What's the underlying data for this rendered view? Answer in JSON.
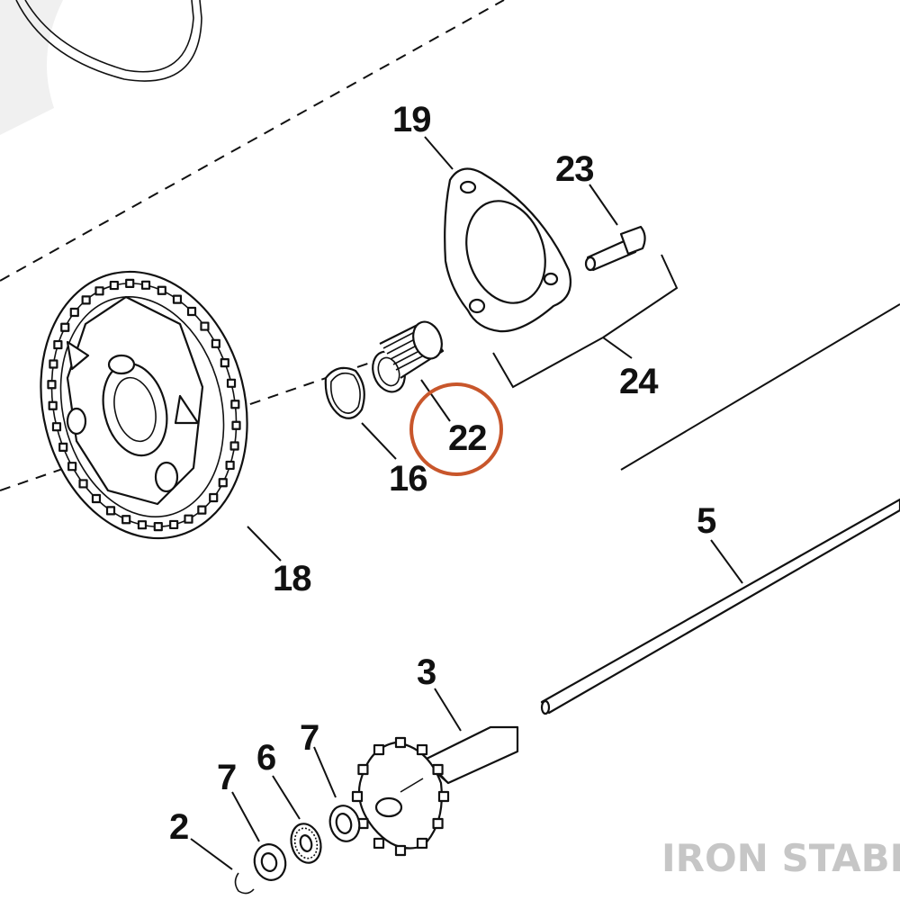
{
  "diagram": {
    "callouts": {
      "p19": "19",
      "p23": "23",
      "p24": "24",
      "p22": "22",
      "p16": "16",
      "p18": "18",
      "p5": "5",
      "p3": "3",
      "p7a": "7",
      "p6": "6",
      "p7b": "7",
      "p2": "2"
    },
    "highlighted_callout": "22",
    "highlight_color": "#c8562b",
    "watermark": "IRON STABLE",
    "watermark_color": "#c6c6c6"
  }
}
